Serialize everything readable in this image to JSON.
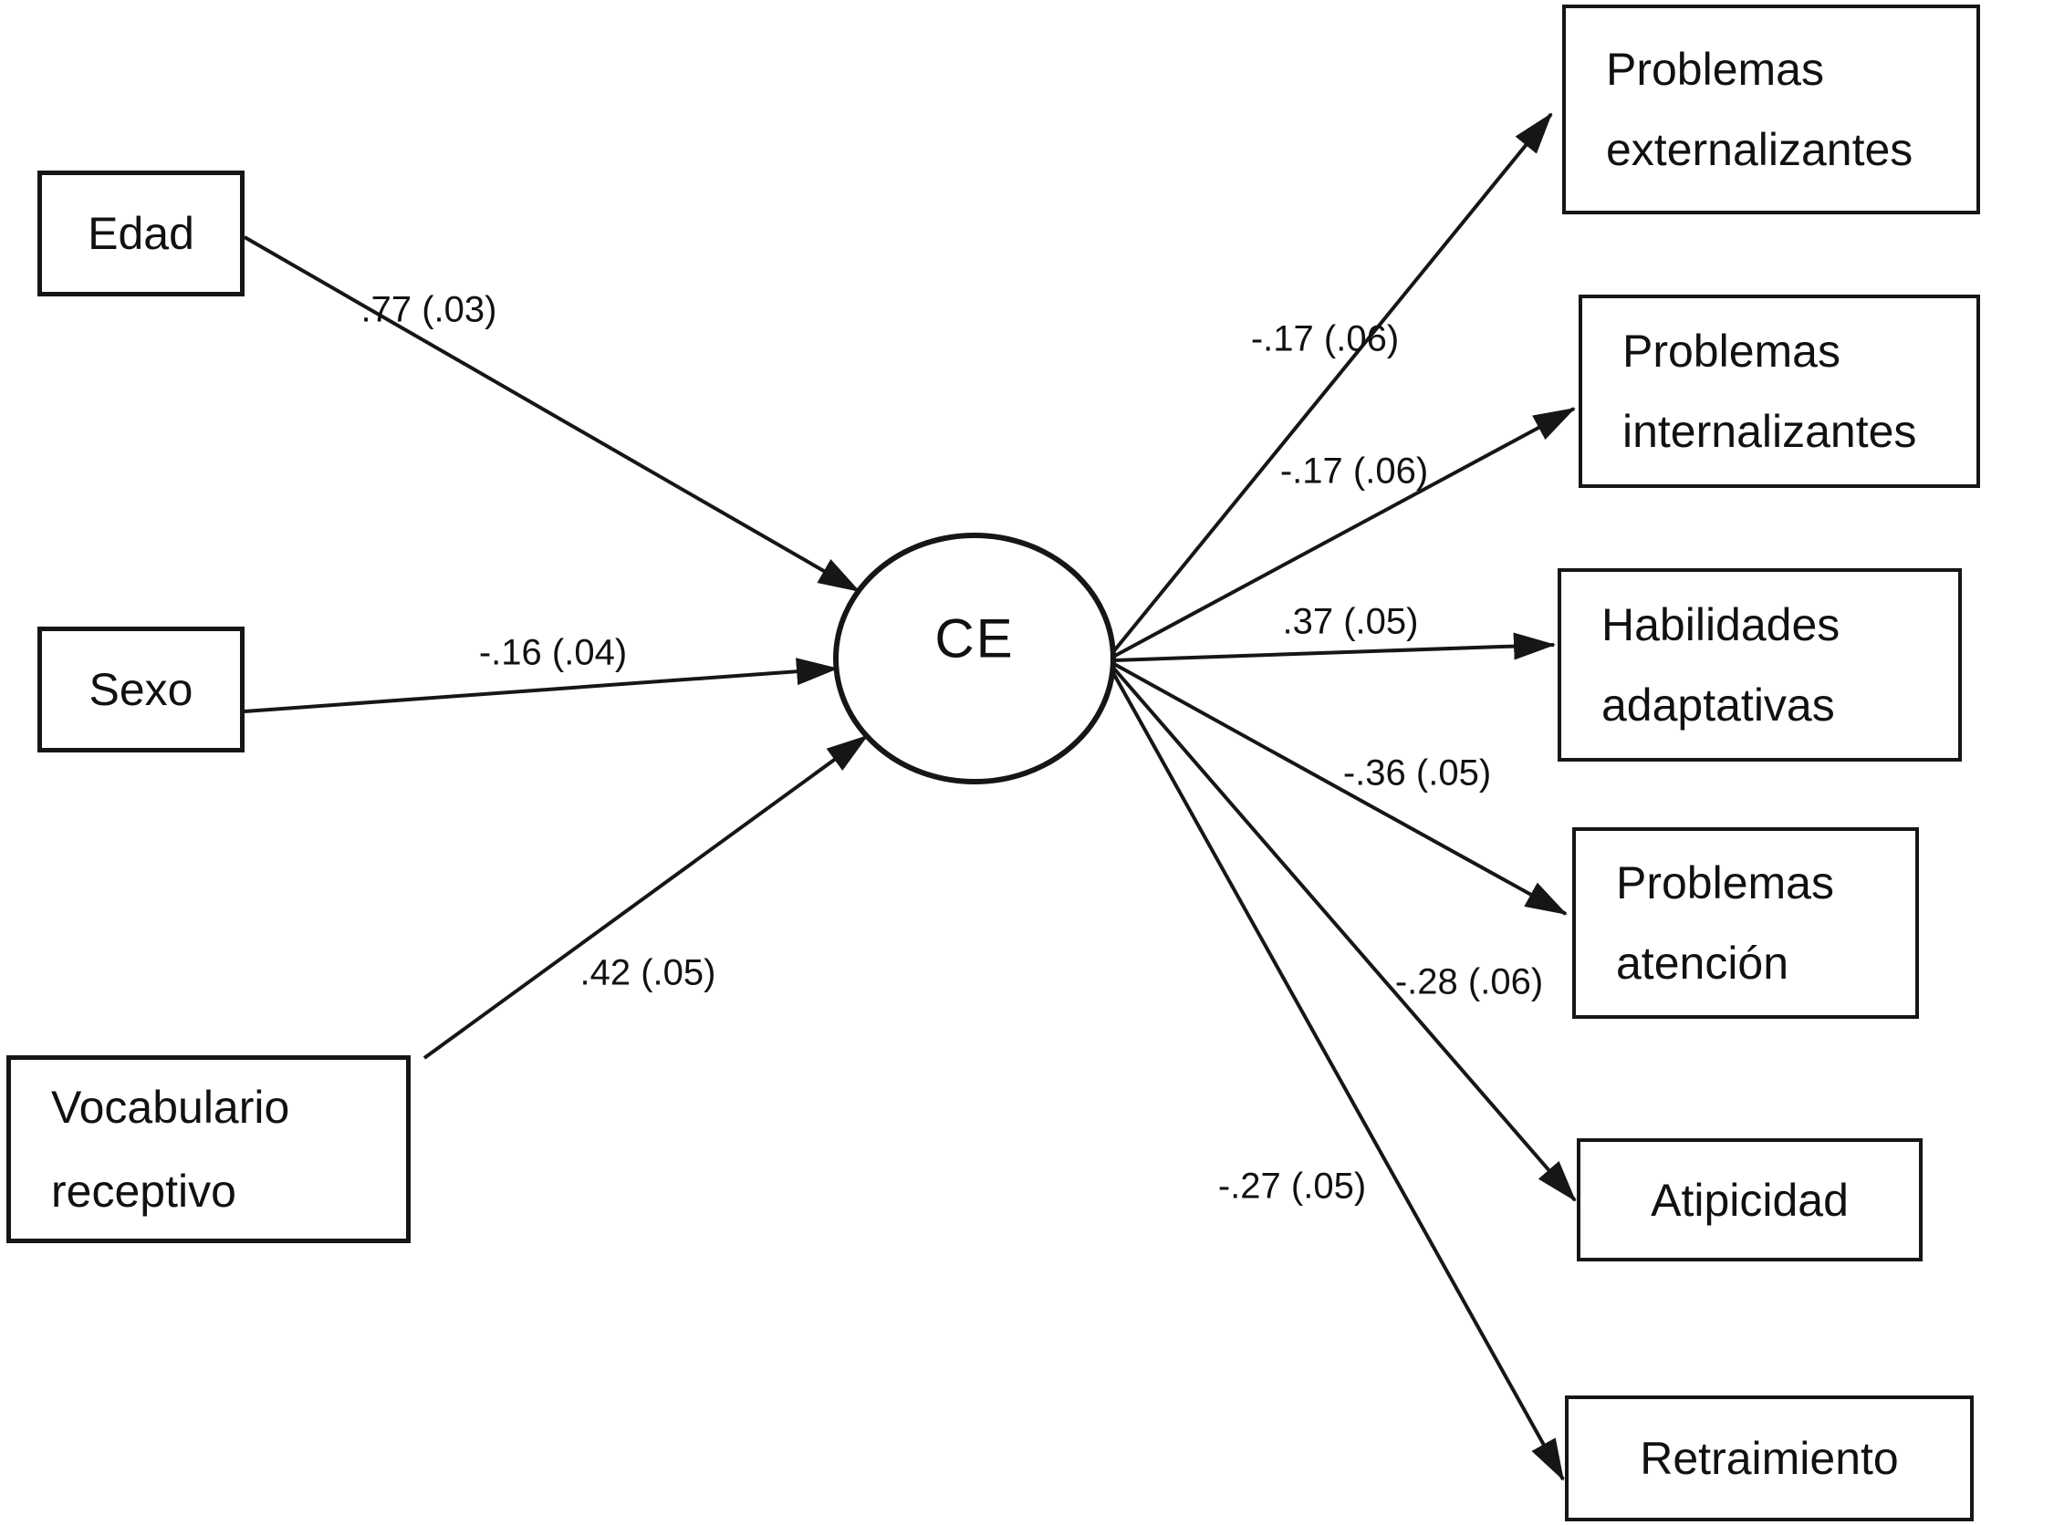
{
  "nodes": {
    "latent": {
      "label": "CE"
    },
    "predictors": [
      {
        "id": "edad",
        "label": "Edad"
      },
      {
        "id": "sexo",
        "label": "Sexo"
      },
      {
        "id": "vocabulario-receptivo",
        "line1": "Vocabulario",
        "line2": "receptivo"
      }
    ],
    "outcomes": [
      {
        "id": "problemas-externalizantes",
        "line1": "Problemas",
        "line2": "externalizantes"
      },
      {
        "id": "problemas-internalizantes",
        "line1": "Problemas",
        "line2": "internalizantes"
      },
      {
        "id": "habilidades-adaptativas",
        "line1": "Habilidades",
        "line2": "adaptativas"
      },
      {
        "id": "problemas-atencion",
        "line1": "Problemas",
        "line2": "atención"
      },
      {
        "id": "atipicidad",
        "line1": "Atipicidad"
      },
      {
        "id": "retraimiento",
        "line1": "Retraimiento"
      }
    ]
  },
  "edges": {
    "in": [
      {
        "from": "Edad",
        "to": "CE",
        "value": ".77 (.03)"
      },
      {
        "from": "Sexo",
        "to": "CE",
        "value": "-.16 (.04)"
      },
      {
        "from": "Vocabulario receptivo",
        "to": "CE",
        "value": ".42 (.05)"
      }
    ],
    "out": [
      {
        "from": "CE",
        "to": "Problemas externalizantes",
        "value": "-.17 (.06)"
      },
      {
        "from": "CE",
        "to": "Problemas internalizantes",
        "value": "-.17 (.06)"
      },
      {
        "from": "CE",
        "to": "Habilidades adaptativas",
        "value": ".37 (.05)"
      },
      {
        "from": "CE",
        "to": "Problemas atención",
        "value": "-.36 (.05)"
      },
      {
        "from": "CE",
        "to": "Atipicidad",
        "value": "-.28 (.06)"
      },
      {
        "from": "CE",
        "to": "Retraimiento",
        "value": "-.27 (.05)"
      }
    ]
  },
  "colors": {
    "ink": "#161616",
    "background": "#ffffff"
  }
}
